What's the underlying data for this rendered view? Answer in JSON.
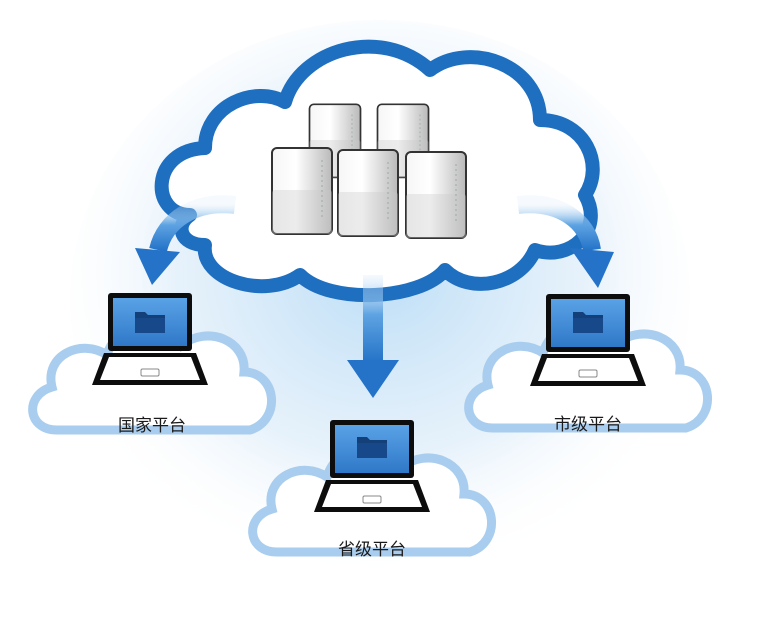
{
  "nodes": {
    "national": {
      "label": "国家平台"
    },
    "provincial": {
      "label": "省级平台"
    },
    "municipal": {
      "label": "市级平台"
    }
  },
  "colors": {
    "cloud_outline": "#1f6fc0",
    "arrow": "#2a7bd0",
    "small_cloud_outline": "#9cc6ea",
    "glow": "#cfe6f8",
    "screen": "#3a86d6",
    "folder": "#14407a",
    "laptop_body": "#111111",
    "server_body": "#e6e6e6"
  },
  "icons": {
    "server": "server-icon",
    "laptop": "laptop-icon",
    "folder": "folder-icon",
    "cloud": "cloud-icon"
  }
}
